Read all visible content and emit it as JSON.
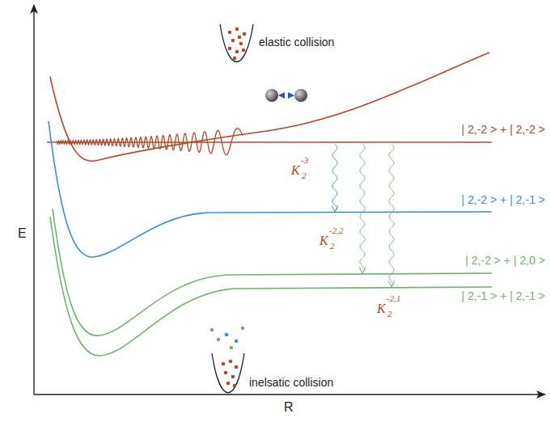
{
  "diagram": {
    "labels": [
      "E",
      "R",
      "elastic collision",
      "inelsatic collision",
      "| 2,-2 > + | 2,-2 >",
      "| 2,-2 > + | 2,-1 >",
      "| 2,-2 > + | 2,0 >",
      "| 2,-1 > + | 2,-1 >",
      "K",
      "2",
      "-3",
      "K",
      "2",
      "-2,2",
      "K",
      "2",
      "-2,1"
    ]
  }
}
